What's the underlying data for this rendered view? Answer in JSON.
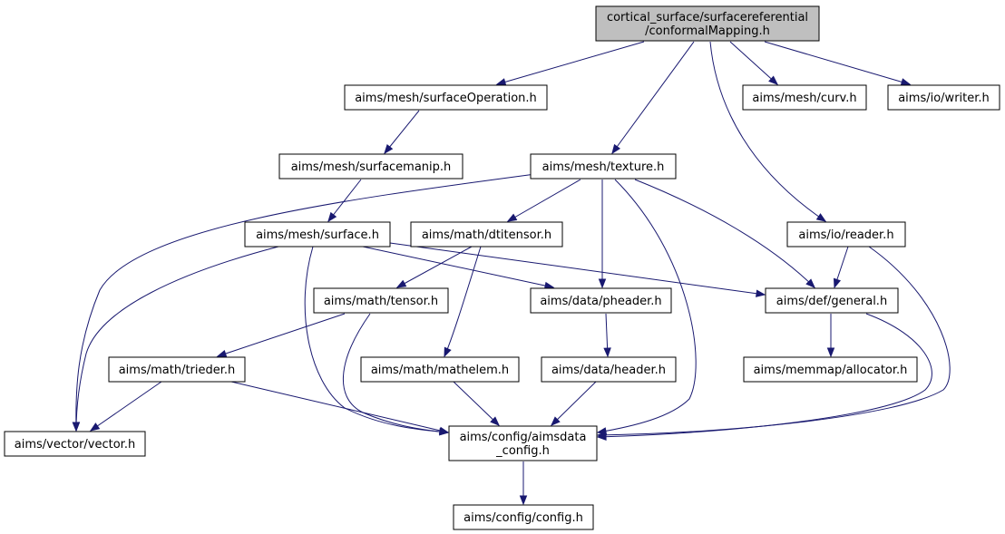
{
  "graph": {
    "nodes": [
      {
        "id": "root",
        "lines": [
          "cortical_surface/surfacereferential",
          "/conformalMapping.h"
        ],
        "root": true
      },
      {
        "id": "surfaceOperation",
        "lines": [
          "aims/mesh/surfaceOperation.h"
        ]
      },
      {
        "id": "curv",
        "lines": [
          "aims/mesh/curv.h"
        ]
      },
      {
        "id": "writer",
        "lines": [
          "aims/io/writer.h"
        ]
      },
      {
        "id": "surfacemanip",
        "lines": [
          "aims/mesh/surfacemanip.h"
        ]
      },
      {
        "id": "texture",
        "lines": [
          "aims/mesh/texture.h"
        ]
      },
      {
        "id": "surface",
        "lines": [
          "aims/mesh/surface.h"
        ]
      },
      {
        "id": "dtitensor",
        "lines": [
          "aims/math/dtitensor.h"
        ]
      },
      {
        "id": "reader",
        "lines": [
          "aims/io/reader.h"
        ]
      },
      {
        "id": "tensor",
        "lines": [
          "aims/math/tensor.h"
        ]
      },
      {
        "id": "pheader",
        "lines": [
          "aims/data/pheader.h"
        ]
      },
      {
        "id": "general",
        "lines": [
          "aims/def/general.h"
        ]
      },
      {
        "id": "trieder",
        "lines": [
          "aims/math/trieder.h"
        ]
      },
      {
        "id": "mathelem",
        "lines": [
          "aims/math/mathelem.h"
        ]
      },
      {
        "id": "header",
        "lines": [
          "aims/data/header.h"
        ]
      },
      {
        "id": "allocator",
        "lines": [
          "aims/memmap/allocator.h"
        ]
      },
      {
        "id": "vector",
        "lines": [
          "aims/vector/vector.h"
        ]
      },
      {
        "id": "aimsdata_config",
        "lines": [
          "aims/config/aimsdata",
          "_config.h"
        ]
      },
      {
        "id": "config",
        "lines": [
          "aims/config/config.h"
        ]
      }
    ],
    "edges": [
      {
        "from": "root",
        "to": "surfaceOperation"
      },
      {
        "from": "root",
        "to": "texture"
      },
      {
        "from": "root",
        "to": "curv"
      },
      {
        "from": "root",
        "to": "writer"
      },
      {
        "from": "root",
        "to": "reader"
      },
      {
        "from": "surfaceOperation",
        "to": "surfacemanip"
      },
      {
        "from": "surfacemanip",
        "to": "surface"
      },
      {
        "from": "texture",
        "to": "vector"
      },
      {
        "from": "texture",
        "to": "dtitensor"
      },
      {
        "from": "texture",
        "to": "pheader"
      },
      {
        "from": "texture",
        "to": "aimsdata_config"
      },
      {
        "from": "texture",
        "to": "general"
      },
      {
        "from": "surface",
        "to": "vector"
      },
      {
        "from": "surface",
        "to": "aimsdata_config"
      },
      {
        "from": "surface",
        "to": "pheader"
      },
      {
        "from": "surface",
        "to": "general"
      },
      {
        "from": "dtitensor",
        "to": "tensor"
      },
      {
        "from": "dtitensor",
        "to": "mathelem"
      },
      {
        "from": "reader",
        "to": "general"
      },
      {
        "from": "reader",
        "to": "aimsdata_config"
      },
      {
        "from": "tensor",
        "to": "trieder"
      },
      {
        "from": "tensor",
        "to": "aimsdata_config"
      },
      {
        "from": "pheader",
        "to": "header"
      },
      {
        "from": "general",
        "to": "allocator"
      },
      {
        "from": "general",
        "to": "aimsdata_config"
      },
      {
        "from": "trieder",
        "to": "vector"
      },
      {
        "from": "trieder",
        "to": "aimsdata_config"
      },
      {
        "from": "mathelem",
        "to": "aimsdata_config"
      },
      {
        "from": "header",
        "to": "aimsdata_config"
      },
      {
        "from": "aimsdata_config",
        "to": "config"
      }
    ]
  }
}
